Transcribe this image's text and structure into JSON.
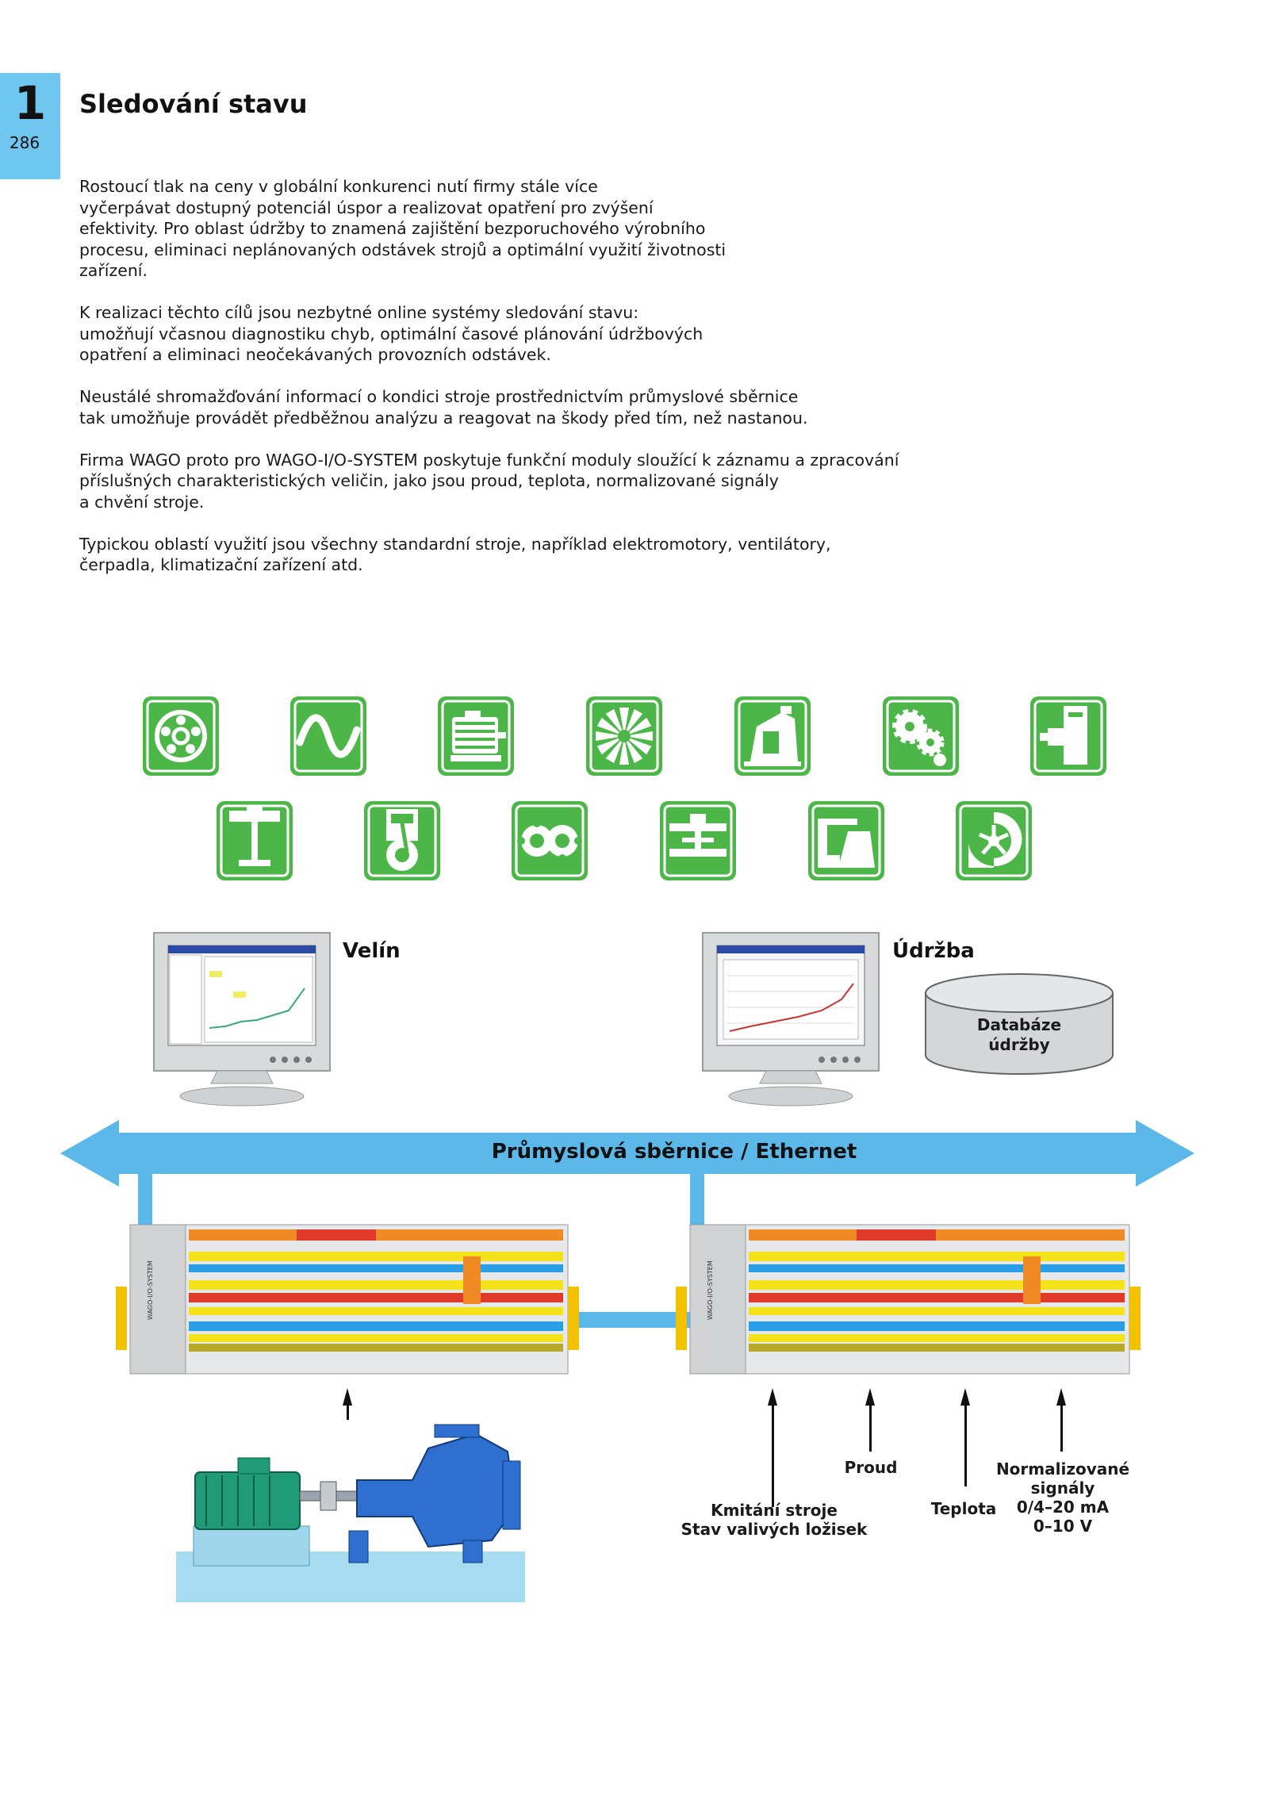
{
  "chapter": {
    "number": "1",
    "page": "286"
  },
  "title": "Sledování stavu",
  "paragraphs": [
    "Rostoucí tlak na ceny v globální konkurenci nutí firmy stále více\nvyčerpávat dostupný potenciál úspor a realizovat opatření pro zvýšení\nefektivity. Pro oblast údržby to znamená zajištění bezporuchového výrobního\nprocesu, eliminaci neplánovaných odstávek strojů a optimální využití životnosti\nzařízení.",
    "K realizaci těchto cílů jsou nezbytné online systémy sledování stavu:\numožňují včasnou diagnostiku chyb, optimální časové plánování údržbových\nopatření a eliminaci neočekávaných provozních odstávek.",
    "Neustálé shromažďování informací o kondici stroje prostřednictvím průmyslové sběrnice\ntak umožňuje provádět předběžnou analýzu a reagovat na škody před tím, než nastanou.",
    "Firma WAGO proto pro WAGO-I/O-SYSTEM poskytuje funkční moduly sloužící k záznamu a zpracování\npříslušných charakteristických veličin, jako jsou proud, teplota, normalizované signály\na chvění stroje.",
    "Typickou oblastí využití jsou všechny standardní stroje, například elektromotory, ventilátory,\nčerpadla, klimatizační zařízení atd."
  ],
  "icons": {
    "row1": [
      "bearing-icon",
      "sine-wave-icon",
      "electric-motor-icon",
      "fan-icon",
      "press-icon",
      "gears-icon",
      "drive-unit-icon"
    ],
    "row2": [
      "agitator-icon",
      "piston-pump-icon",
      "gear-pump-icon",
      "conveyor-icon",
      "machine-tool-icon",
      "radial-fan-icon"
    ]
  },
  "diagram": {
    "control_room": "Velín",
    "maintenance": "Údržba",
    "database": "Databáze\núdržby",
    "bus": "Průmyslová sběrnice / Ethernet",
    "device_text": "WAGO-I/O-SYSTEM",
    "signals": {
      "vibration": "Kmitání stroje\nStav valivých ložisek",
      "current": "Proud",
      "temperature": "Teplota",
      "normalized": "Normalizované\nsignály\n0/4–20 mA\n0–10 V"
    }
  },
  "colors": {
    "chapter_tab": "#6fc6ef",
    "icon_green": "#4cb748",
    "bus_blue": "#5bb8e8",
    "motor_green": "#1f9c77",
    "pump_blue": "#2f6fd0"
  }
}
